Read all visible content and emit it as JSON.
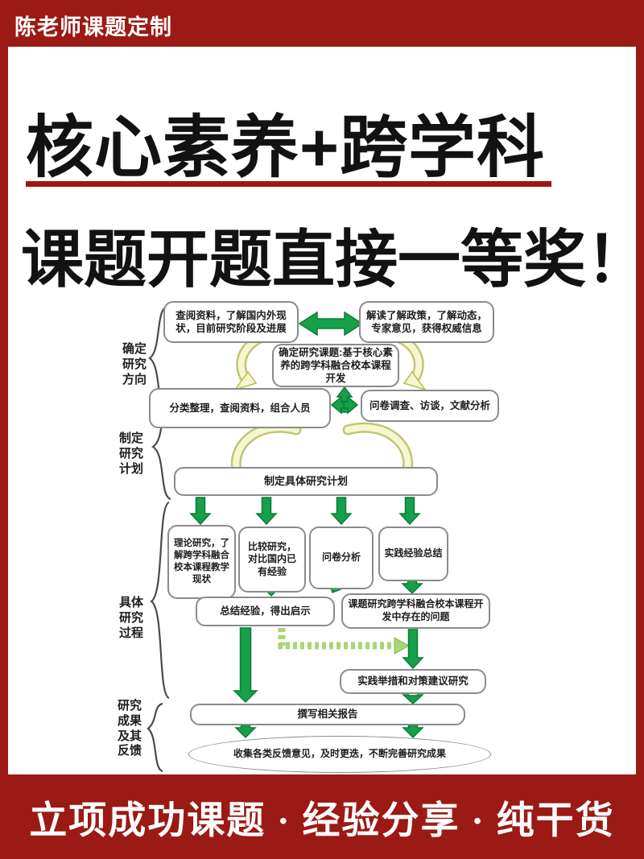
{
  "header": {
    "brand": "陈老师课题定制"
  },
  "hero": {
    "title_line1": "核心素养+跨学科",
    "title_line2": "课题开题直接一等奖！"
  },
  "footer": {
    "tagline": "立项成功课题 · 经验分享 · 纯干货"
  },
  "colors": {
    "brand_red": "#9b1a15",
    "underline_red": "#a21511",
    "arrow_green": "#16a04a",
    "loop_arrow_yellow": "#f6f7d0",
    "dashed_arrow_green": "#a6d774",
    "box_border_gray": "#8b8b8b"
  },
  "flowchart": {
    "stages": {
      "stage1": "确定研究方向",
      "stage2": "制定研究计划",
      "stage3": "具体研究过程",
      "stage4": "研究成果及其反馈"
    },
    "boxes": {
      "lit_review": "查阅资料，了解国内外现状，目前研究阶段及进展",
      "policy": "解读了解政策，了解动态，专家意见，获得权威信息",
      "topic": "确定研究课题:基于核心素养的跨学科融合校本课程开发",
      "organize": "分类整理，查阅资料，组合人员",
      "survey": "问卷调查、访谈，文献分析",
      "plan": "制定具体研究计划",
      "theory": "理论研究，了解跨学科融合校本课程教学现状",
      "compare": "比较研究，对比国内已有经验",
      "analysis": "问卷分析",
      "practice": "实践经验总结",
      "summary": "总结经验，得出启示",
      "problems": "课题研究跨学科融合校本课程开发中存在的问题",
      "measures": "实践举措和对策建议研究",
      "report": "撰写相关报告",
      "feedback": "收集各类反馈意见，及时更迭，不断完善研究成果"
    }
  }
}
